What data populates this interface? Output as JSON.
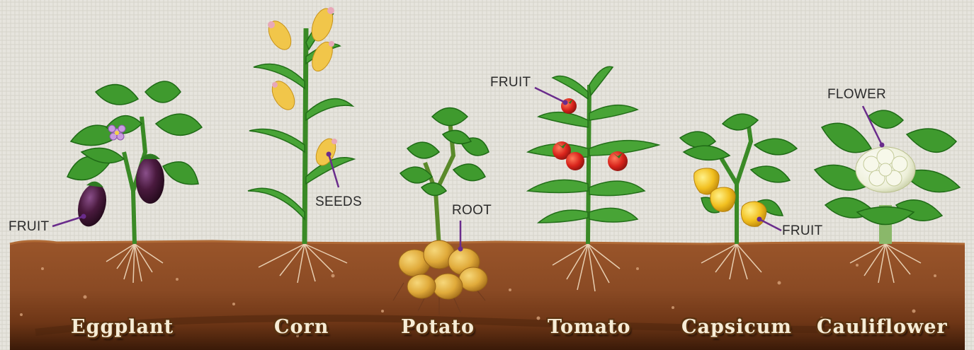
{
  "plants": [
    {
      "name": "Eggplant"
    },
    {
      "name": "Corn"
    },
    {
      "name": "Potato"
    },
    {
      "name": "Tomato"
    },
    {
      "name": "Capsicum"
    },
    {
      "name": "Cauliflower"
    }
  ],
  "callouts": {
    "eggplant": "FRUIT",
    "corn": "SEEDS",
    "potato": "ROOT",
    "tomato": "FRUIT",
    "capsicum": "FRUIT",
    "cauliflower": "FLOWER"
  },
  "colors": {
    "background": "#e6e4dc",
    "soil": "#8a4a24",
    "soil_dark": "#3e1d0a",
    "leaf": "#3f9a2e",
    "leader_line": "#6a2c8c"
  }
}
